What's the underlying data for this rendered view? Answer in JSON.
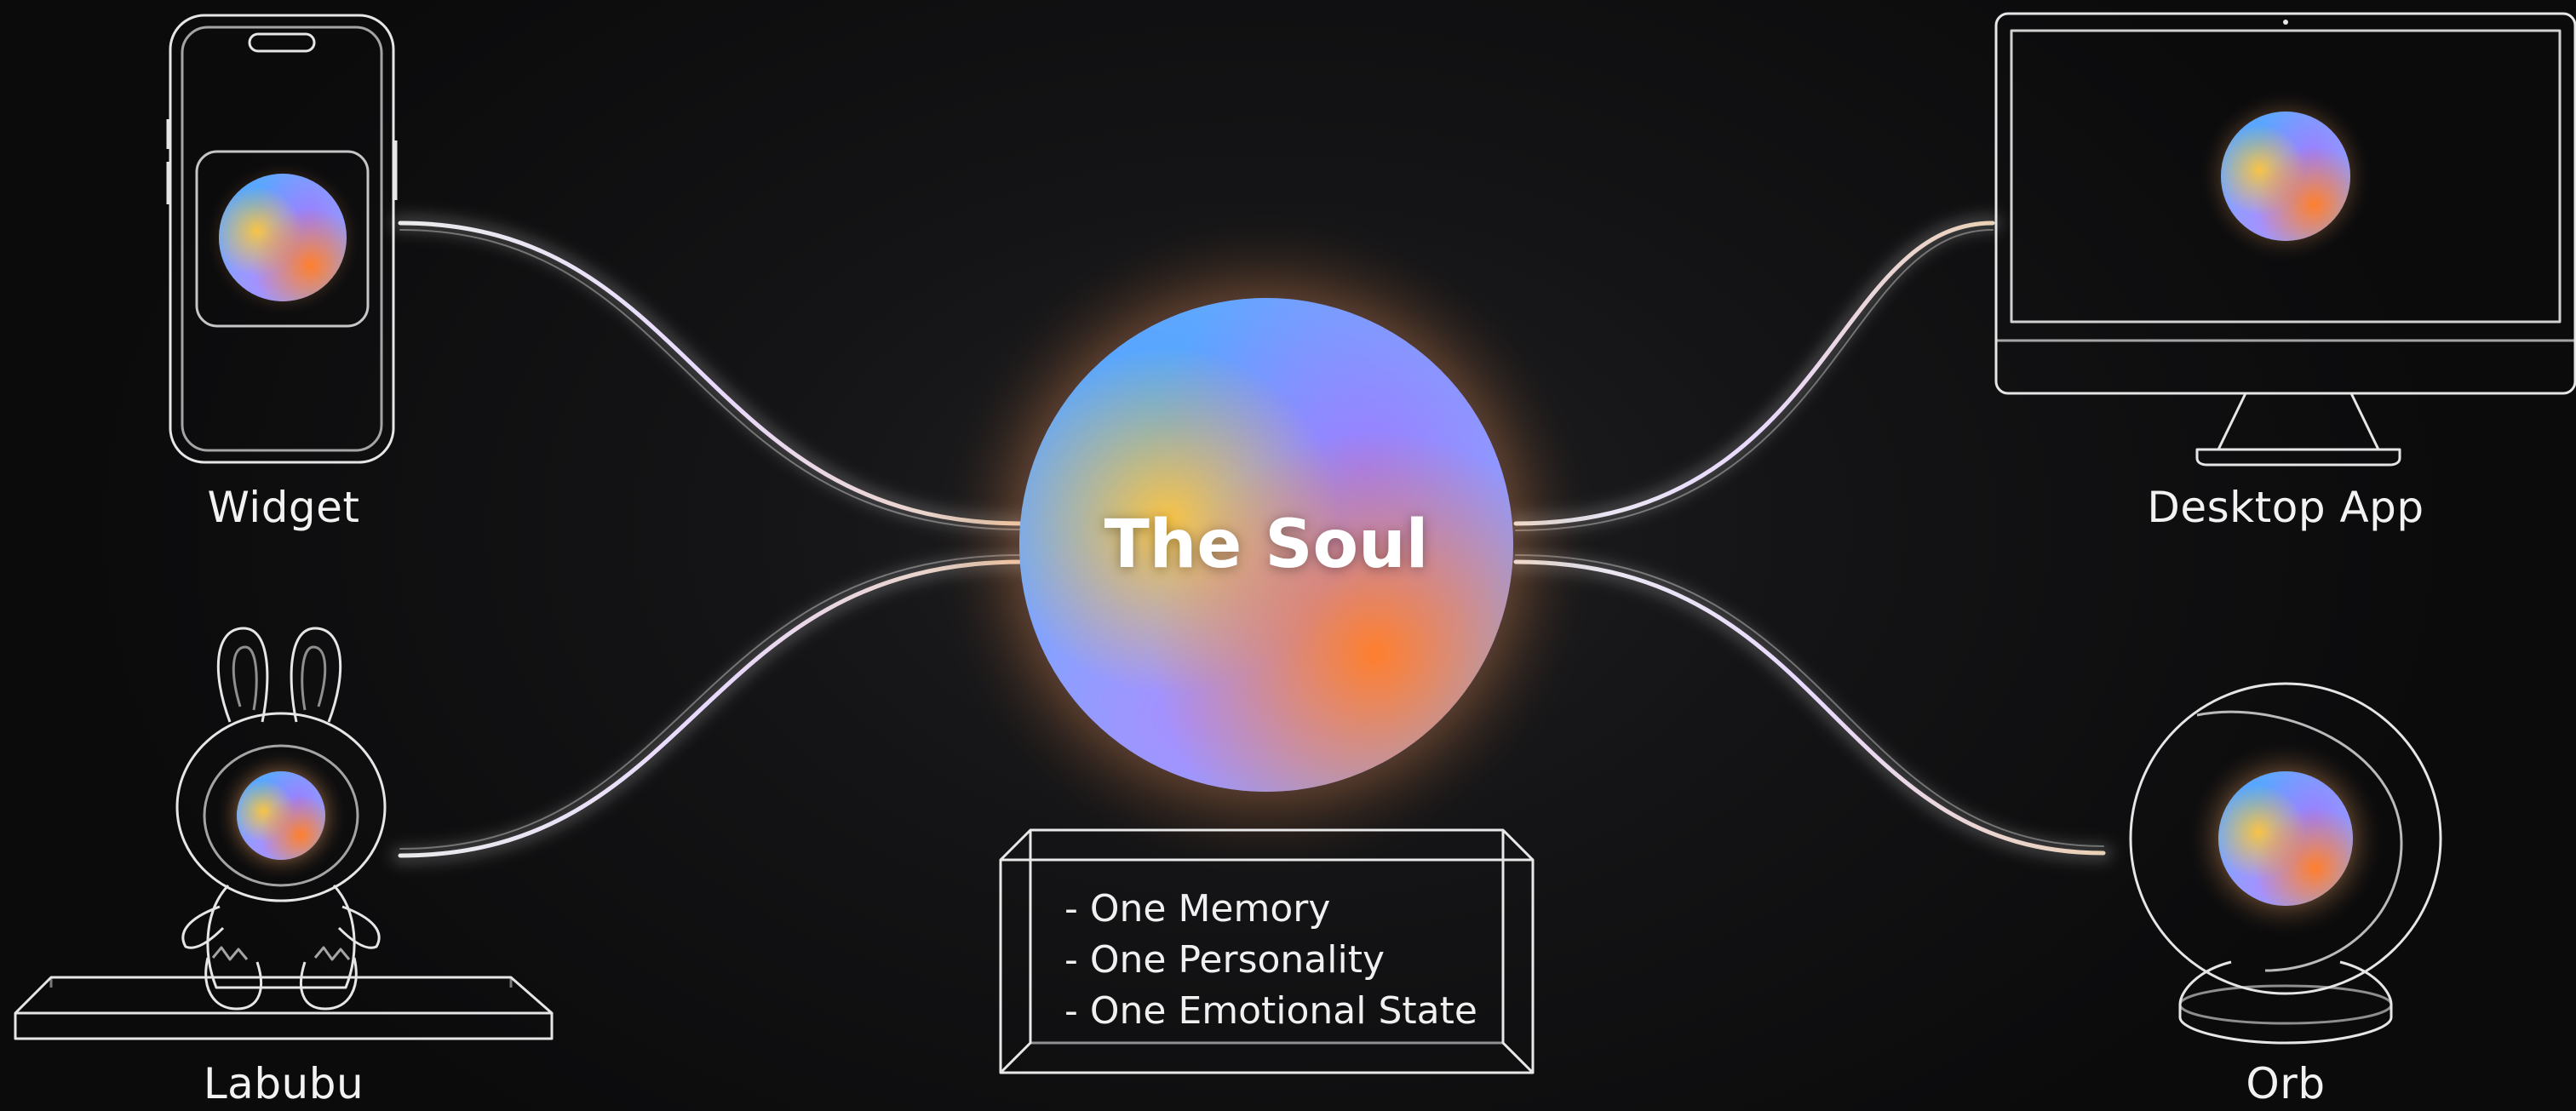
{
  "center": {
    "title": "The Soul",
    "features": [
      "- One Memory",
      "- One Personality",
      "- One Emotional State"
    ]
  },
  "devices": {
    "widget": "Widget",
    "labubu": "Labubu",
    "desktop": "Desktop App",
    "orb": "Orb"
  },
  "colors": {
    "background": "#0b0b0c",
    "outline": "#e6e6e6",
    "orb_blue": "#5aa9ff",
    "orb_purple": "#9b7dff",
    "orb_orange": "#ff8a3d",
    "orb_yellow": "#ffc34a"
  }
}
